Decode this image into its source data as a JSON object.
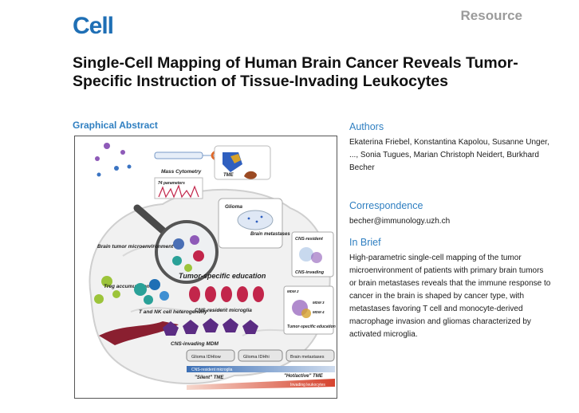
{
  "journal": {
    "logo": "Cell",
    "section": "Resource"
  },
  "article": {
    "title": "Single-Cell Mapping of Human Brain Cancer Reveals Tumor-Specific Instruction of Tissue-Invading Leukocytes"
  },
  "graphical_abstract": {
    "heading": "Graphical Abstract",
    "labels": {
      "mass_cytometry": "Mass Cytometry",
      "parameters": "74 parameters",
      "tme": "TME",
      "glioma": "Glioma",
      "brain_metastases": "Brain metastases",
      "brain_tumor_microenvironment": "Brain tumor microenvironment",
      "cns_resident": "CNS-resident",
      "cns_invading": "CNS-invading",
      "tumor_specific_education": "Tumor-specific education",
      "treg_accumulation": "Treg accumulation",
      "t_nk_heterogeneity": "T and NK cell heterogeneity",
      "cns_resident_microglia": "CNS-resident microglia",
      "cns_invading_mdm": "CNS-invading MDM",
      "mdm2": "MDM 2",
      "mdm3": "MDM 3",
      "mdm4": "MDM 4",
      "tumor_specific_education_small": "Tumor-specific education",
      "glioma_idh_low": "Glioma IDHlow",
      "glioma_idh_hi": "Glioma IDHhi",
      "brain_metastases_box": "Brain metastases",
      "cns_resident_microglia_bar": "CNS-resident microglia",
      "silent_tme": "\"Silent\" TME",
      "hot_active_tme": "\"Hot/active\" TME",
      "invading_leukocytes": "Invading leukocytes"
    }
  },
  "authors": {
    "heading": "Authors",
    "text": "Ekaterina Friebel, Konstantina Kapolou, Susanne Unger, ..., Sonia Tugues, Marian Christoph Neidert, Burkhard Becher"
  },
  "correspondence": {
    "heading": "Correspondence",
    "email": "becher@immunology.uzh.ch"
  },
  "in_brief": {
    "heading": "In Brief",
    "text": "High-parametric single-cell mapping of the tumor microenvironment of patients with primary brain tumors or brain metastases reveals that the immune response to cancer in the brain is shaped by cancer type, with metastases favoring T cell and monocyte-derived macrophage invasion and gliomas characterized by activated microglia."
  },
  "colors": {
    "brand_blue": "#1f6fb5",
    "heading_blue": "#2f7fc1",
    "section_gray": "#9b9b9b",
    "microglia_red": "#c2264b",
    "mdm_purple": "#5b2c83",
    "treg_green": "#9cc43a",
    "tnk_teal": "#2aa198"
  },
  "icons": [
    "magnifier-icon",
    "flow-cytometer-icon",
    "brain-illustration"
  ]
}
